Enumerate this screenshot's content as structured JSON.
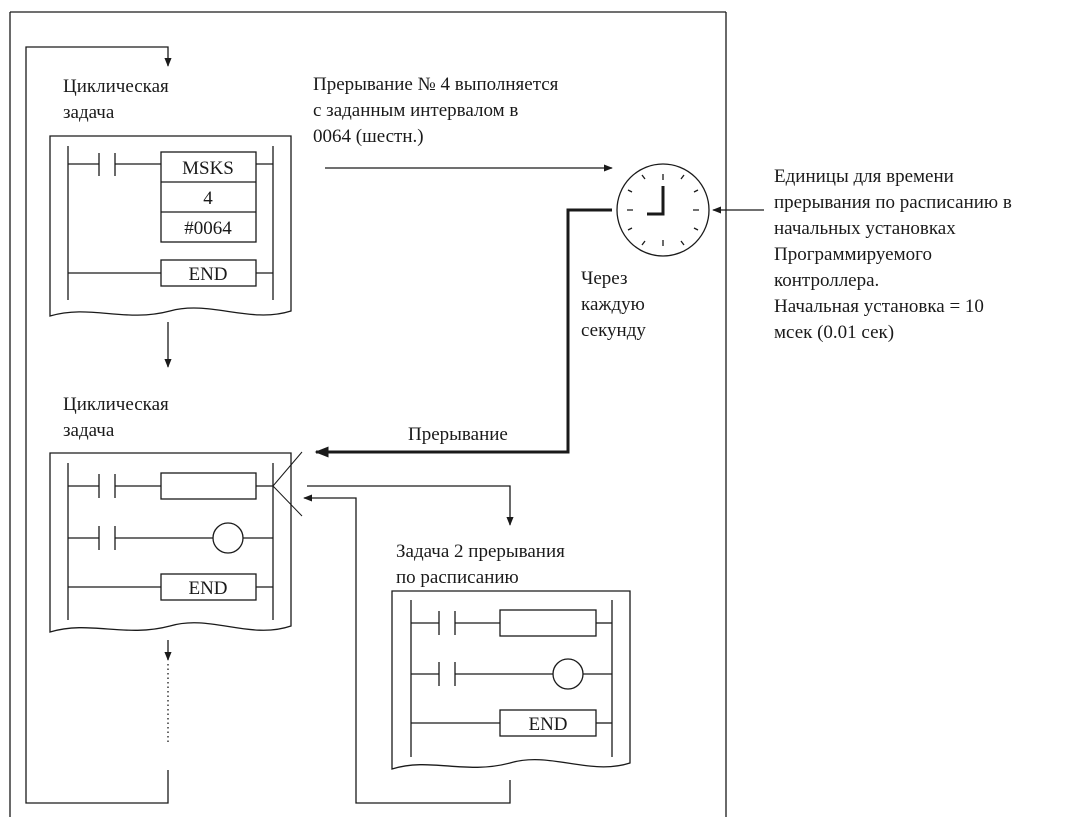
{
  "cyclic_task_top": {
    "line1": "Циклическая",
    "line2": "задача"
  },
  "ladder_top": {
    "instr": "MSKS",
    "operand1": "4",
    "operand2": "#0064",
    "end": "END"
  },
  "interrupt_note": {
    "line1": "Прерывание № 4 выполняется",
    "line2": "с заданным интервалом в",
    "line3": "0064 (шестн.)"
  },
  "clock": {
    "icon": "clock-icon"
  },
  "units_note": {
    "line1": "Единицы для времени",
    "line2": "прерывания по расписанию в",
    "line3": "начальных установках",
    "line4": "Программируемого",
    "line5": "контроллера.",
    "line6": "Начальная установка = 10",
    "line7": "мсек (0.01 сек)"
  },
  "every_second": {
    "line1": "Через",
    "line2": "каждую",
    "line3": "секунду"
  },
  "cyclic_task_bottom": {
    "line1": "Циклическая",
    "line2": "задача"
  },
  "interrupt_label": "Прерывание",
  "ladder_bottom": {
    "end": "END"
  },
  "scheduled_task": {
    "line1": "Задача 2 прерывания",
    "line2": "по расписанию"
  },
  "ladder_scheduled": {
    "end": "END"
  }
}
